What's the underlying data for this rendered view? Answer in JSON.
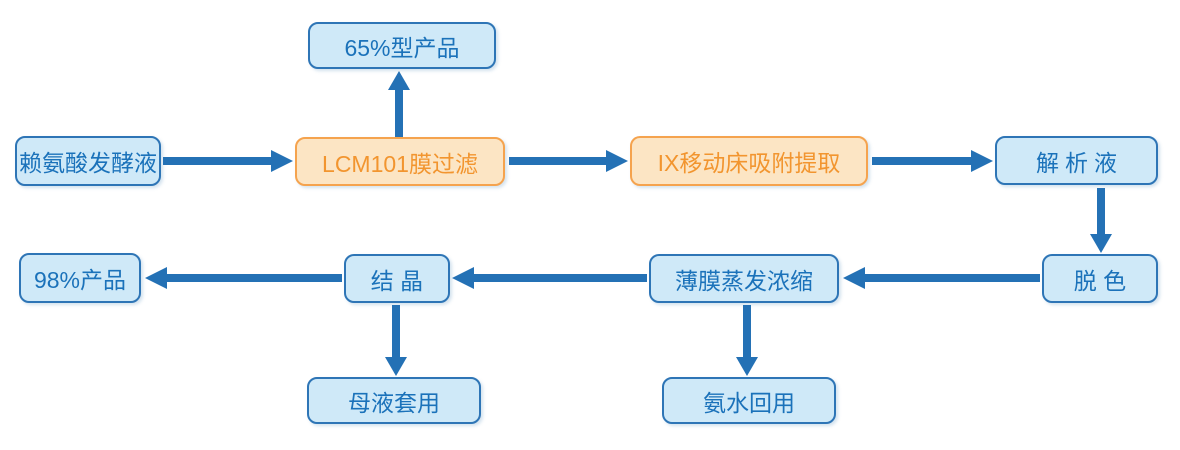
{
  "diagram": {
    "type": "flowchart",
    "colors": {
      "node_fill": "#CFE9F8",
      "node_border": "#2E75B6",
      "node_text": "#1B72BA",
      "highlight_fill": "#FCE5C4",
      "highlight_border": "#F5A34E",
      "highlight_text": "#F2952F",
      "arrow": "#2471B5"
    },
    "nodes": [
      {
        "id": "feed",
        "label": "赖氨酸发酵液",
        "style": "blue"
      },
      {
        "id": "product65",
        "label": "65%型产品",
        "style": "blue"
      },
      {
        "id": "membrane",
        "label": "LCM101膜过滤",
        "style": "orange"
      },
      {
        "id": "ix",
        "label": "IX移动床吸附提取",
        "style": "orange"
      },
      {
        "id": "desorption",
        "label": "解析液",
        "style": "blue"
      },
      {
        "id": "decolor",
        "label": "脱 色",
        "style": "blue"
      },
      {
        "id": "evaporation",
        "label": "薄膜蒸发浓缩",
        "style": "blue"
      },
      {
        "id": "crystallization",
        "label": "结 晶",
        "style": "blue"
      },
      {
        "id": "product98",
        "label": "98%产品",
        "style": "blue"
      },
      {
        "id": "mother_liquor",
        "label": "母液套用",
        "style": "blue"
      },
      {
        "id": "ammonia",
        "label": "氨水回用",
        "style": "blue"
      }
    ],
    "edges": [
      {
        "from": "feed",
        "to": "membrane",
        "direction": "right"
      },
      {
        "from": "membrane",
        "to": "product65",
        "direction": "up"
      },
      {
        "from": "membrane",
        "to": "ix",
        "direction": "right"
      },
      {
        "from": "ix",
        "to": "desorption",
        "direction": "right"
      },
      {
        "from": "desorption",
        "to": "decolor",
        "direction": "down"
      },
      {
        "from": "decolor",
        "to": "evaporation",
        "direction": "left"
      },
      {
        "from": "evaporation",
        "to": "crystallization",
        "direction": "left"
      },
      {
        "from": "crystallization",
        "to": "product98",
        "direction": "left"
      },
      {
        "from": "crystallization",
        "to": "mother_liquor",
        "direction": "down"
      },
      {
        "from": "evaporation",
        "to": "ammonia",
        "direction": "down"
      }
    ]
  }
}
